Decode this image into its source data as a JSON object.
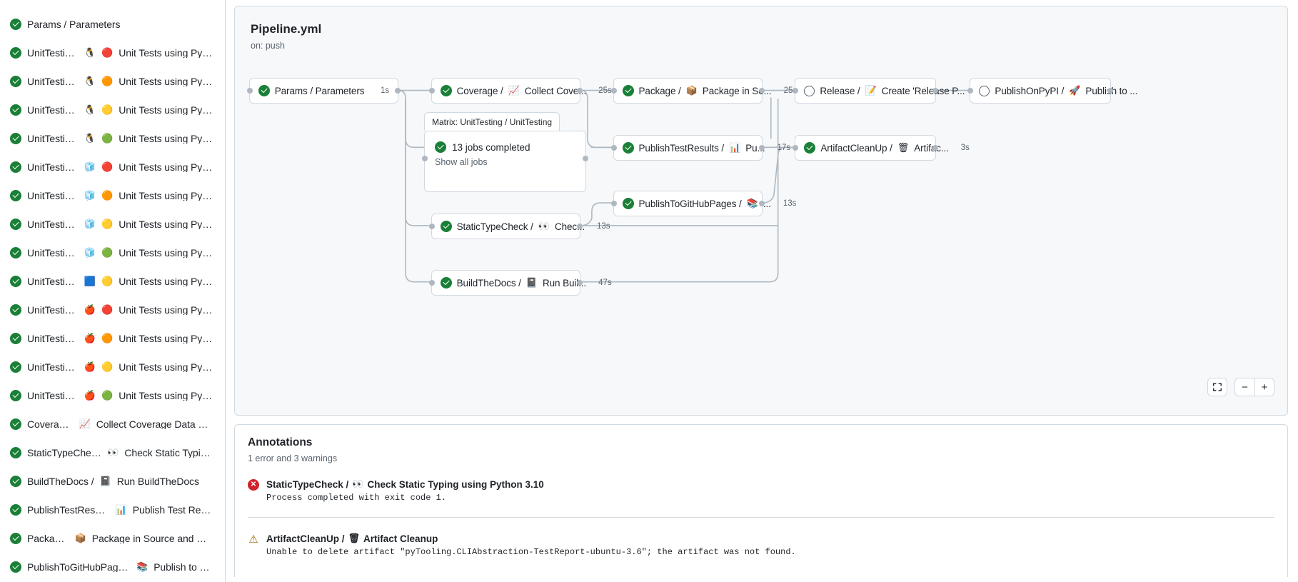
{
  "sidebar": {
    "jobs": [
      {
        "status": "success",
        "label": "Params / Parameters",
        "emoji": "",
        "dot": ""
      },
      {
        "status": "success",
        "label": "UnitTesting / ",
        "emoji": "🐧",
        "dot": "🔴",
        "tail": "Unit Tests using Pyth..."
      },
      {
        "status": "success",
        "label": "UnitTesting / ",
        "emoji": "🐧",
        "dot": "🟠",
        "tail": "Unit Tests using Pyth..."
      },
      {
        "status": "success",
        "label": "UnitTesting / ",
        "emoji": "🐧",
        "dot": "🟡",
        "tail": "Unit Tests using Pyth..."
      },
      {
        "status": "success",
        "label": "UnitTesting / ",
        "emoji": "🐧",
        "dot": "🟢",
        "tail": "Unit Tests using Pyth..."
      },
      {
        "status": "success",
        "label": "UnitTesting / ",
        "emoji": "🧊",
        "dot": "🔴",
        "tail": "Unit Tests using Pyth..."
      },
      {
        "status": "success",
        "label": "UnitTesting / ",
        "emoji": "🧊",
        "dot": "🟠",
        "tail": "Unit Tests using Pyth..."
      },
      {
        "status": "success",
        "label": "UnitTesting / ",
        "emoji": "🧊",
        "dot": "🟡",
        "tail": "Unit Tests using Pyth..."
      },
      {
        "status": "success",
        "label": "UnitTesting / ",
        "emoji": "🧊",
        "dot": "🟢",
        "tail": "Unit Tests using Pyth..."
      },
      {
        "status": "success",
        "label": "UnitTesting / ",
        "emoji": "🟦",
        "dot": "🟡",
        "tail": "Unit Tests using Pyth..."
      },
      {
        "status": "success",
        "label": "UnitTesting / ",
        "emoji": "🍎",
        "dot": "🔴",
        "tail": "Unit Tests using Pyth..."
      },
      {
        "status": "success",
        "label": "UnitTesting / ",
        "emoji": "🍎",
        "dot": "🟠",
        "tail": "Unit Tests using Pyth..."
      },
      {
        "status": "success",
        "label": "UnitTesting / ",
        "emoji": "🍎",
        "dot": "🟡",
        "tail": "Unit Tests using Pyth..."
      },
      {
        "status": "success",
        "label": "UnitTesting / ",
        "emoji": "🍎",
        "dot": "🟢",
        "tail": "Unit Tests using Pyth..."
      },
      {
        "status": "success",
        "label": "Coverage / ",
        "emoji": "📈",
        "dot": "",
        "tail": "Collect Coverage Data usi..."
      },
      {
        "status": "success",
        "label": "StaticTypeCheck / ",
        "emoji": "👀",
        "dot": "",
        "tail": "Check Static Typing..."
      },
      {
        "status": "success",
        "label": "BuildTheDocs / ",
        "emoji": "📓",
        "dot": "",
        "tail": "Run BuildTheDocs"
      },
      {
        "status": "success",
        "label": "PublishTestResults / ",
        "emoji": "📊",
        "dot": "",
        "tail": "Publish Test Resu..."
      },
      {
        "status": "success",
        "label": "Package / ",
        "emoji": "📦",
        "dot": "",
        "tail": "Package in Source and Wh..."
      },
      {
        "status": "success",
        "label": "PublishToGitHubPages / ",
        "emoji": "📚",
        "dot": "",
        "tail": "Publish to G..."
      }
    ]
  },
  "graph": {
    "title": "Pipeline.yml",
    "subtitle": "on: push",
    "matrix": {
      "tab_label": "Matrix: UnitTesting / UnitTesting",
      "jobs_label": "13 jobs completed",
      "show_all_label": "Show all jobs",
      "status": "success"
    },
    "nodes": [
      {
        "id": "params",
        "status": "success",
        "label": "Params / Parameters",
        "emoji": "",
        "time": "1s"
      },
      {
        "id": "coverage",
        "status": "success",
        "label": "Coverage / ",
        "emoji": "📈",
        "tail": "Collect Cove...",
        "time": "25s"
      },
      {
        "id": "statictype",
        "status": "success",
        "label": "StaticTypeCheck / ",
        "emoji": "👀",
        "tail": "Chec...",
        "time": "13s"
      },
      {
        "id": "buildthedocs",
        "status": "success",
        "label": "BuildTheDocs / ",
        "emoji": "📓",
        "tail": "Run Buil...",
        "time": "47s"
      },
      {
        "id": "package",
        "status": "success",
        "label": "Package / ",
        "emoji": "📦",
        "tail": "Package in So...",
        "time": "25s"
      },
      {
        "id": "publishtest",
        "status": "success",
        "label": "PublishTestResults / ",
        "emoji": "📊",
        "tail": "Pu...",
        "time": "17s"
      },
      {
        "id": "publishpages",
        "status": "success",
        "label": "PublishToGitHubPages / ",
        "emoji": "📚",
        "tail": "...",
        "time": "13s"
      },
      {
        "id": "release",
        "status": "skipped",
        "label": "Release / ",
        "emoji": "📝",
        "tail": "Create 'Release P...",
        "time": ""
      },
      {
        "id": "cleanup",
        "status": "success",
        "label": "ArtifactCleanUp / ",
        "emoji": "🗑",
        "tail": "Artifac...",
        "time": "3s"
      },
      {
        "id": "pypi",
        "status": "skipped",
        "label": "PublishOnPyPI / ",
        "emoji": "🚀",
        "tail": "Publish to ...",
        "time": ""
      }
    ],
    "controls": {
      "fit_label": "fit-screen-icon",
      "zoom_out_label": "−",
      "zoom_in_label": "+"
    }
  },
  "annotations": {
    "title": "Annotations",
    "summary": "1 error and 3 warnings",
    "items": [
      {
        "severity": "error",
        "job": "StaticTypeCheck / ",
        "emoji": "👀",
        "step": "Check Static Typing using Python 3.10",
        "message": "Process completed with exit code 1."
      },
      {
        "severity": "warning",
        "job": "ArtifactCleanUp / ",
        "emoji": "🗑",
        "step": "Artifact Cleanup",
        "message": "Unable to delete artifact \"pyTooling.CLIAbstraction-TestReport-ubuntu-3.6\"; the artifact was not found."
      }
    ]
  },
  "colors": {
    "success": "#1a7f37",
    "error": "#cf222e",
    "warning": "#9a6700",
    "border": "#d1d9e0",
    "canvas": "#f6f8fa",
    "edge": "#afb8c1"
  }
}
